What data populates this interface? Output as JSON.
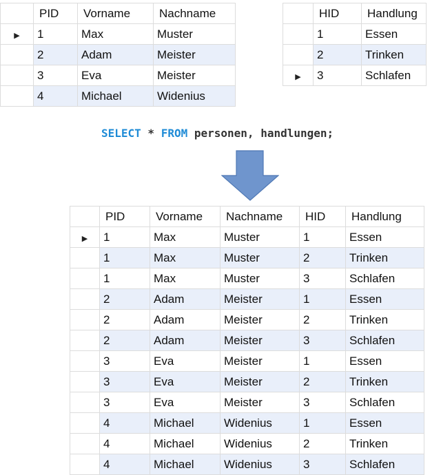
{
  "personen": {
    "columns": [
      "PID",
      "Vorname",
      "Nachname"
    ],
    "rows": [
      [
        "1",
        "Max",
        "Muster"
      ],
      [
        "2",
        "Adam",
        "Meister"
      ],
      [
        "3",
        "Eva",
        "Meister"
      ],
      [
        "4",
        "Michael",
        "Widenius"
      ]
    ],
    "current_row_marker": "▶"
  },
  "handlungen": {
    "columns": [
      "HID",
      "Handlung"
    ],
    "rows": [
      [
        "1",
        "Essen"
      ],
      [
        "2",
        "Trinken"
      ],
      [
        "3",
        "Schlafen"
      ]
    ],
    "current_row_marker": "▶"
  },
  "query": {
    "kw_select": "SELECT",
    "star": " * ",
    "kw_from": "FROM",
    "rest": " personen, handlungen;"
  },
  "arrow_color": "#6f95cd",
  "result": {
    "columns": [
      "PID",
      "Vorname",
      "Nachname",
      "HID",
      "Handlung"
    ],
    "rows": [
      [
        "1",
        "Max",
        "Muster",
        "1",
        "Essen"
      ],
      [
        "1",
        "Max",
        "Muster",
        "2",
        "Trinken"
      ],
      [
        "1",
        "Max",
        "Muster",
        "3",
        "Schlafen"
      ],
      [
        "2",
        "Adam",
        "Meister",
        "1",
        "Essen"
      ],
      [
        "2",
        "Adam",
        "Meister",
        "2",
        "Trinken"
      ],
      [
        "2",
        "Adam",
        "Meister",
        "3",
        "Schlafen"
      ],
      [
        "3",
        "Eva",
        "Meister",
        "1",
        "Essen"
      ],
      [
        "3",
        "Eva",
        "Meister",
        "2",
        "Trinken"
      ],
      [
        "3",
        "Eva",
        "Meister",
        "3",
        "Schlafen"
      ],
      [
        "4",
        "Michael",
        "Widenius",
        "1",
        "Essen"
      ],
      [
        "4",
        "Michael",
        "Widenius",
        "2",
        "Trinken"
      ],
      [
        "4",
        "Michael",
        "Widenius",
        "3",
        "Schlafen"
      ]
    ],
    "current_row_marker": "▶"
  }
}
